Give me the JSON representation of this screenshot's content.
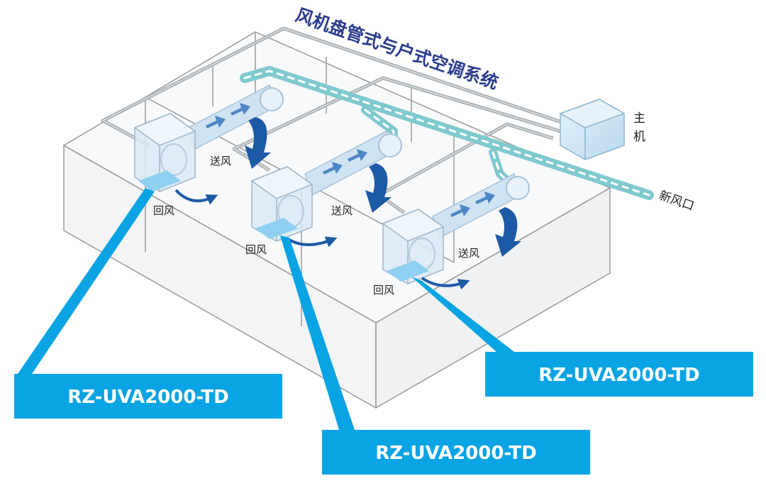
{
  "title": "风机盘管式与户式空调系统",
  "host_unit": {
    "label_line1": "主",
    "label_line2": "机"
  },
  "fresh_air": "新风口",
  "units": [
    {
      "supply": "送风",
      "return": "回风",
      "model": "RZ-UVA2000-TD"
    },
    {
      "supply": "送风",
      "return": "回风",
      "model": "RZ-UVA2000-TD"
    },
    {
      "supply": "送风",
      "return": "回风",
      "model": "RZ-UVA2000-TD"
    }
  ],
  "colors": {
    "title": "#2b3b8e",
    "callout": "#0aa4e4",
    "room_lines": "#9a9a9a",
    "pipe": "#a9b0b4",
    "fresh_duct": "#7fc9cf",
    "airflow_arrow": "#1d5aa6",
    "host": "#c9e2f2"
  }
}
